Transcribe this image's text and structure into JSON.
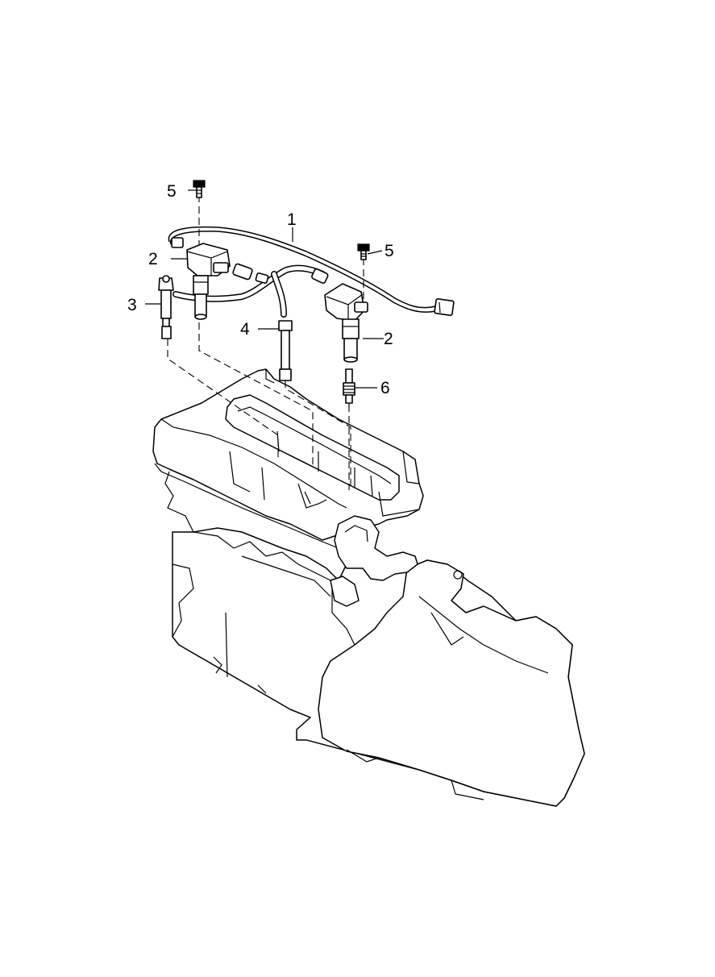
{
  "callouts": {
    "harness": "1",
    "coil_left": "2",
    "coil_right": "2",
    "lead_left": "3",
    "lead_center": "4",
    "bolt_left": "5",
    "bolt_right": "5",
    "spark_plug": "6"
  }
}
